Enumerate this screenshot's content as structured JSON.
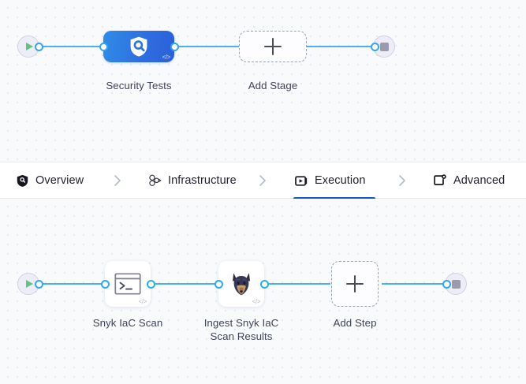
{
  "canvas": {
    "background_color": "#f8fafc",
    "dot_color": "#dfe4ec",
    "edge_color": "#4ab2f1",
    "accent_color": "#1a56c4",
    "stage_gradient_from": "#2f8ce8",
    "stage_gradient_to": "#2b5fd9"
  },
  "stage_graph": {
    "start_node": {
      "name": "pipeline-start",
      "icon": "play-icon"
    },
    "end_node": {
      "name": "pipeline-end",
      "icon": "stop-icon"
    },
    "nodes": [
      {
        "label": "Security Tests",
        "icon": "shield-search-icon",
        "code_badge": "</>",
        "type": "stage"
      },
      {
        "label": "Add Stage",
        "icon": "plus-icon",
        "type": "add-placeholder"
      }
    ]
  },
  "tabs": {
    "items": [
      {
        "label": "Overview",
        "icon": "shield-overview-icon",
        "active": false
      },
      {
        "label": "Infrastructure",
        "icon": "infrastructure-nodes-icon",
        "active": false
      },
      {
        "label": "Execution",
        "icon": "execution-play-box-icon",
        "active": true
      },
      {
        "label": "Advanced",
        "icon": "advanced-gear-box-icon",
        "active": false
      }
    ],
    "separator_icon": "chevron-right-icon"
  },
  "step_graph": {
    "start_node": {
      "name": "execution-start",
      "icon": "play-icon"
    },
    "end_node": {
      "name": "execution-end",
      "icon": "stop-icon"
    },
    "nodes": [
      {
        "label": "Snyk IaC Scan",
        "icon": "terminal-icon",
        "code_badge": "</>",
        "type": "step"
      },
      {
        "label": "Ingest Snyk IaC Scan Results",
        "label_line1": "Ingest Snyk IaC",
        "label_line2": "Scan Results",
        "icon": "snyk-doberman-icon",
        "code_badge": "</>",
        "type": "step"
      },
      {
        "label": "Add Step",
        "icon": "plus-icon",
        "type": "add-placeholder"
      }
    ]
  }
}
